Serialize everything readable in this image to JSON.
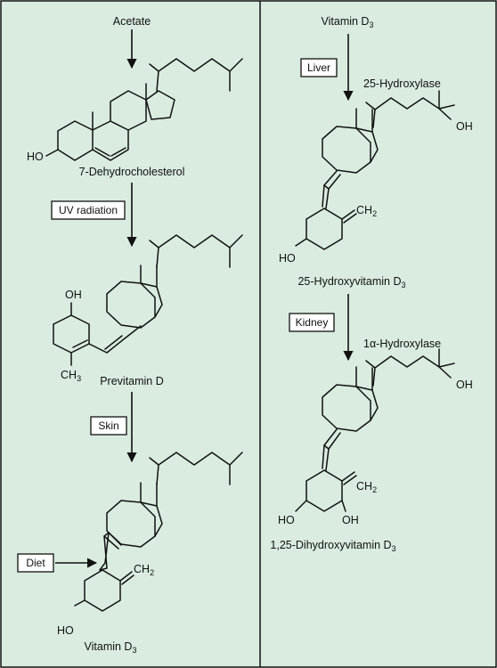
{
  "colors": {
    "background": "#d9ecdf",
    "border": "#111111"
  },
  "left": {
    "acetate": "Acetate",
    "dehydro_oh": "HO",
    "dehydro_name": "7-Dehydrocholesterol",
    "uv_label": "UV radiation",
    "previtamin_oh": "OH",
    "previtamin_ch3": "CH",
    "previtamin_ch3_sub": "3",
    "previtamin_name": "Previtamin D",
    "skin_label": "Skin",
    "diet_label": "Diet",
    "vitd3_ch2": "CH",
    "vitd3_ch2_sub": "2",
    "vitd3_ho": "HO",
    "vitd3_name": "Vitamin D",
    "vitd3_name_sub": "3"
  },
  "right": {
    "vitd3_top": "Vitamin D",
    "vitd3_top_sub": "3",
    "liver_label": "Liver",
    "hydroxylase25": "25-Hydroxylase",
    "hydroxy25_oh": "OH",
    "hydroxy25_ch2": "CH",
    "hydroxy25_ch2_sub": "2",
    "hydroxy25_ho": "HO",
    "hydroxy25_name": "25-Hydroxyvitamin D",
    "hydroxy25_name_sub": "3",
    "kidney_label": "Kidney",
    "hydroxylase1a": "1α-Hydroxylase",
    "dihydroxy_oh_side": "OH",
    "dihydroxy_ch2": "CH",
    "dihydroxy_ch2_sub": "2",
    "dihydroxy_ho": "HO",
    "dihydroxy_oh_ring": "OH",
    "dihydroxy_name": "1,25-Dihydroxyvitamin D",
    "dihydroxy_name_sub": "3"
  }
}
